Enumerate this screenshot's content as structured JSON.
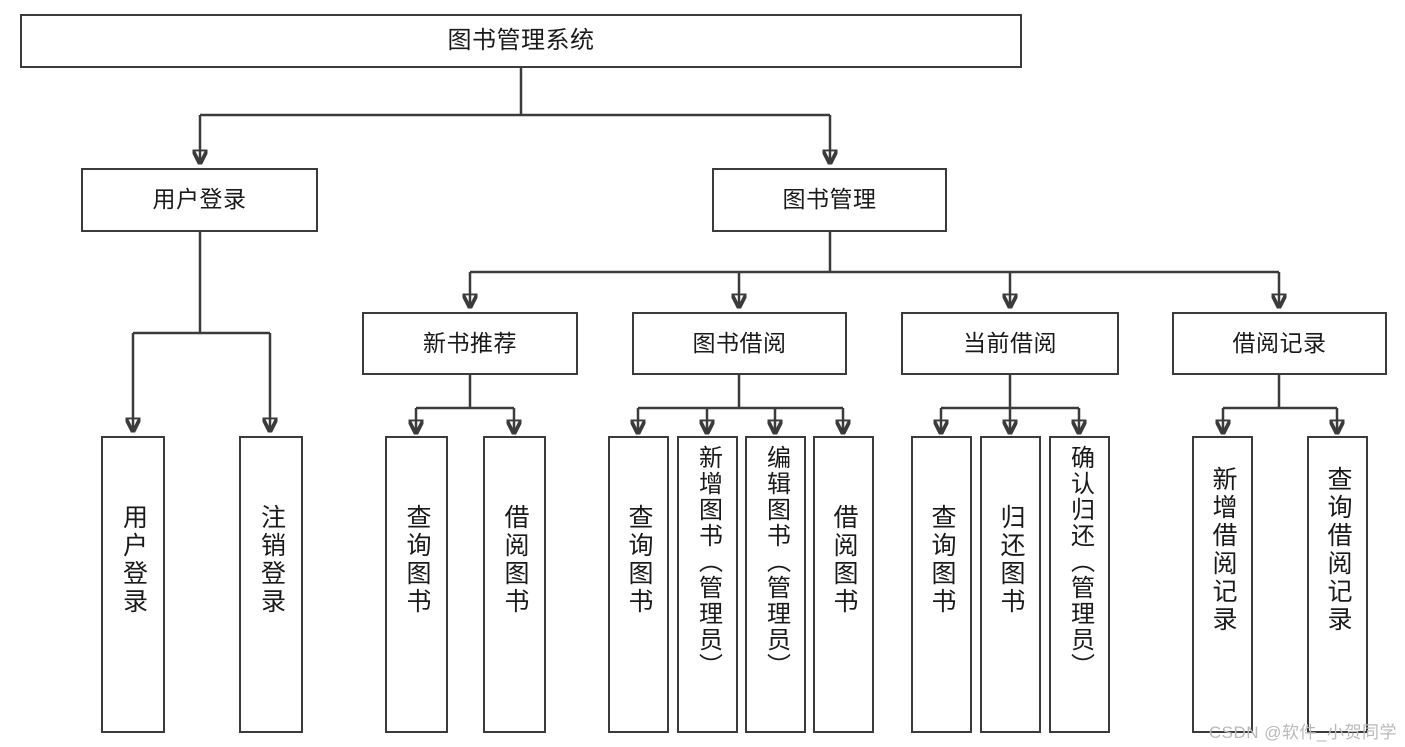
{
  "diagram": {
    "title": "图书管理系统",
    "type": "tree-hierarchy-chart",
    "accent_color": "#3b3b3b",
    "background_color": "#ffffff",
    "root": {
      "id": "root",
      "label": "图书管理系统"
    },
    "level2": [
      {
        "id": "user-login",
        "label": "用户登录"
      },
      {
        "id": "book-manage",
        "label": "图书管理"
      }
    ],
    "level3": [
      {
        "id": "new-book-rec",
        "label": "新书推荐",
        "parent": "book-manage"
      },
      {
        "id": "book-borrow",
        "label": "图书借阅",
        "parent": "book-manage"
      },
      {
        "id": "current-borrow",
        "label": "当前借阅",
        "parent": "book-manage"
      },
      {
        "id": "borrow-record",
        "label": "借阅记录",
        "parent": "book-manage"
      }
    ],
    "leaves": {
      "user_login": [
        {
          "id": "leaf-user-login",
          "label": "用户登录"
        },
        {
          "id": "leaf-logout",
          "label": "注销登录"
        }
      ],
      "new_book_rec": [
        {
          "id": "leaf-query-book-1",
          "label": "查询图书"
        },
        {
          "id": "leaf-borrow-book-1",
          "label": "借阅图书"
        }
      ],
      "book_borrow": [
        {
          "id": "leaf-query-book-2",
          "label": "查询图书"
        },
        {
          "id": "leaf-add-book",
          "label": "新增图书（管理员）"
        },
        {
          "id": "leaf-edit-book",
          "label": "编辑图书（管理员）"
        },
        {
          "id": "leaf-borrow-book-2",
          "label": "借阅图书"
        }
      ],
      "current_borrow": [
        {
          "id": "leaf-query-book-3",
          "label": "查询图书"
        },
        {
          "id": "leaf-return-book",
          "label": "归还图书"
        },
        {
          "id": "leaf-confirm-return",
          "label": "确认归还（管理员）"
        }
      ],
      "borrow_record": [
        {
          "id": "leaf-add-record",
          "label": "新增借阅记录"
        },
        {
          "id": "leaf-query-record",
          "label": "查询借阅记录"
        }
      ]
    }
  },
  "watermark": {
    "text": "CSDN @软件_小贺同学"
  }
}
